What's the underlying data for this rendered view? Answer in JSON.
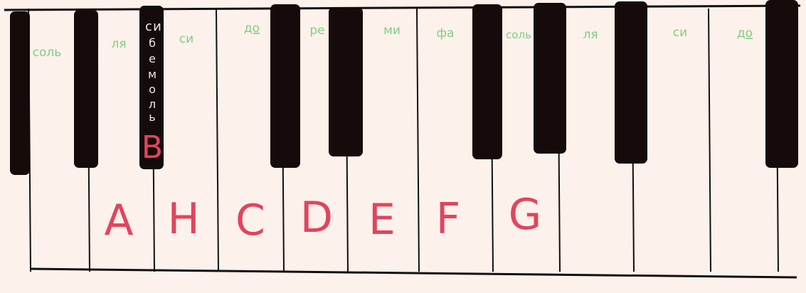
{
  "colors": {
    "background": "#fdf1eb",
    "key_outline": "#111111",
    "black_key": "#160b0b",
    "solfege_label": "#7fd07f",
    "flat_label": "#e8e8e8",
    "letter_label": "#e0455e"
  },
  "white_keys": {
    "solfege": [
      "соль",
      "ля",
      "си",
      "до",
      "ре",
      "ми",
      "фа",
      "соль",
      "ля",
      "си",
      "до"
    ]
  },
  "black_keys": {
    "flat_label_letters": [
      "с",
      "и",
      "б",
      "е",
      "м",
      "о",
      "л",
      "ь"
    ],
    "flat_letter": "B"
  },
  "letters": [
    "A",
    "H",
    "C",
    "D",
    "E",
    "F",
    "G"
  ]
}
